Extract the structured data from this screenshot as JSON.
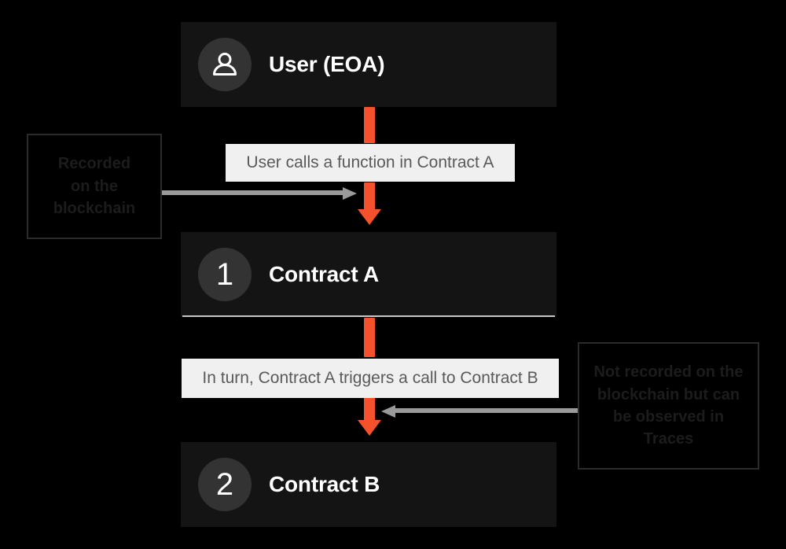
{
  "diagram": {
    "background_color": "#000000",
    "accent_color": "#f4512c",
    "card_color": "#141414",
    "caption_color": "#f0f0f0",
    "annotation_color": "#9a9a9a",
    "nodes": [
      {
        "id": "user",
        "badge_type": "person-icon",
        "badge_label": "",
        "title": "User (EOA)"
      },
      {
        "id": "contract-a",
        "badge_type": "number",
        "badge_label": "1",
        "title": "Contract A"
      },
      {
        "id": "contract-b",
        "badge_type": "number",
        "badge_label": "2",
        "title": "Contract B"
      }
    ],
    "captions": [
      {
        "id": "caption-1",
        "text": "User calls a function in Contract A"
      },
      {
        "id": "caption-2",
        "text": "In turn, Contract A triggers a call to Contract B"
      }
    ],
    "notes": [
      {
        "id": "note-recorded",
        "text": "Recorded on the blockchain",
        "lines": [
          "Recorded",
          "on the",
          "blockchain"
        ],
        "arrow_direction": "right"
      },
      {
        "id": "note-not-recorded",
        "text": "Not recorded on the blockchain but can be observed in Traces",
        "lines": [
          "Not recorded on the",
          "blockchain but can",
          "be observed in",
          "Traces"
        ],
        "arrow_direction": "left"
      }
    ]
  }
}
